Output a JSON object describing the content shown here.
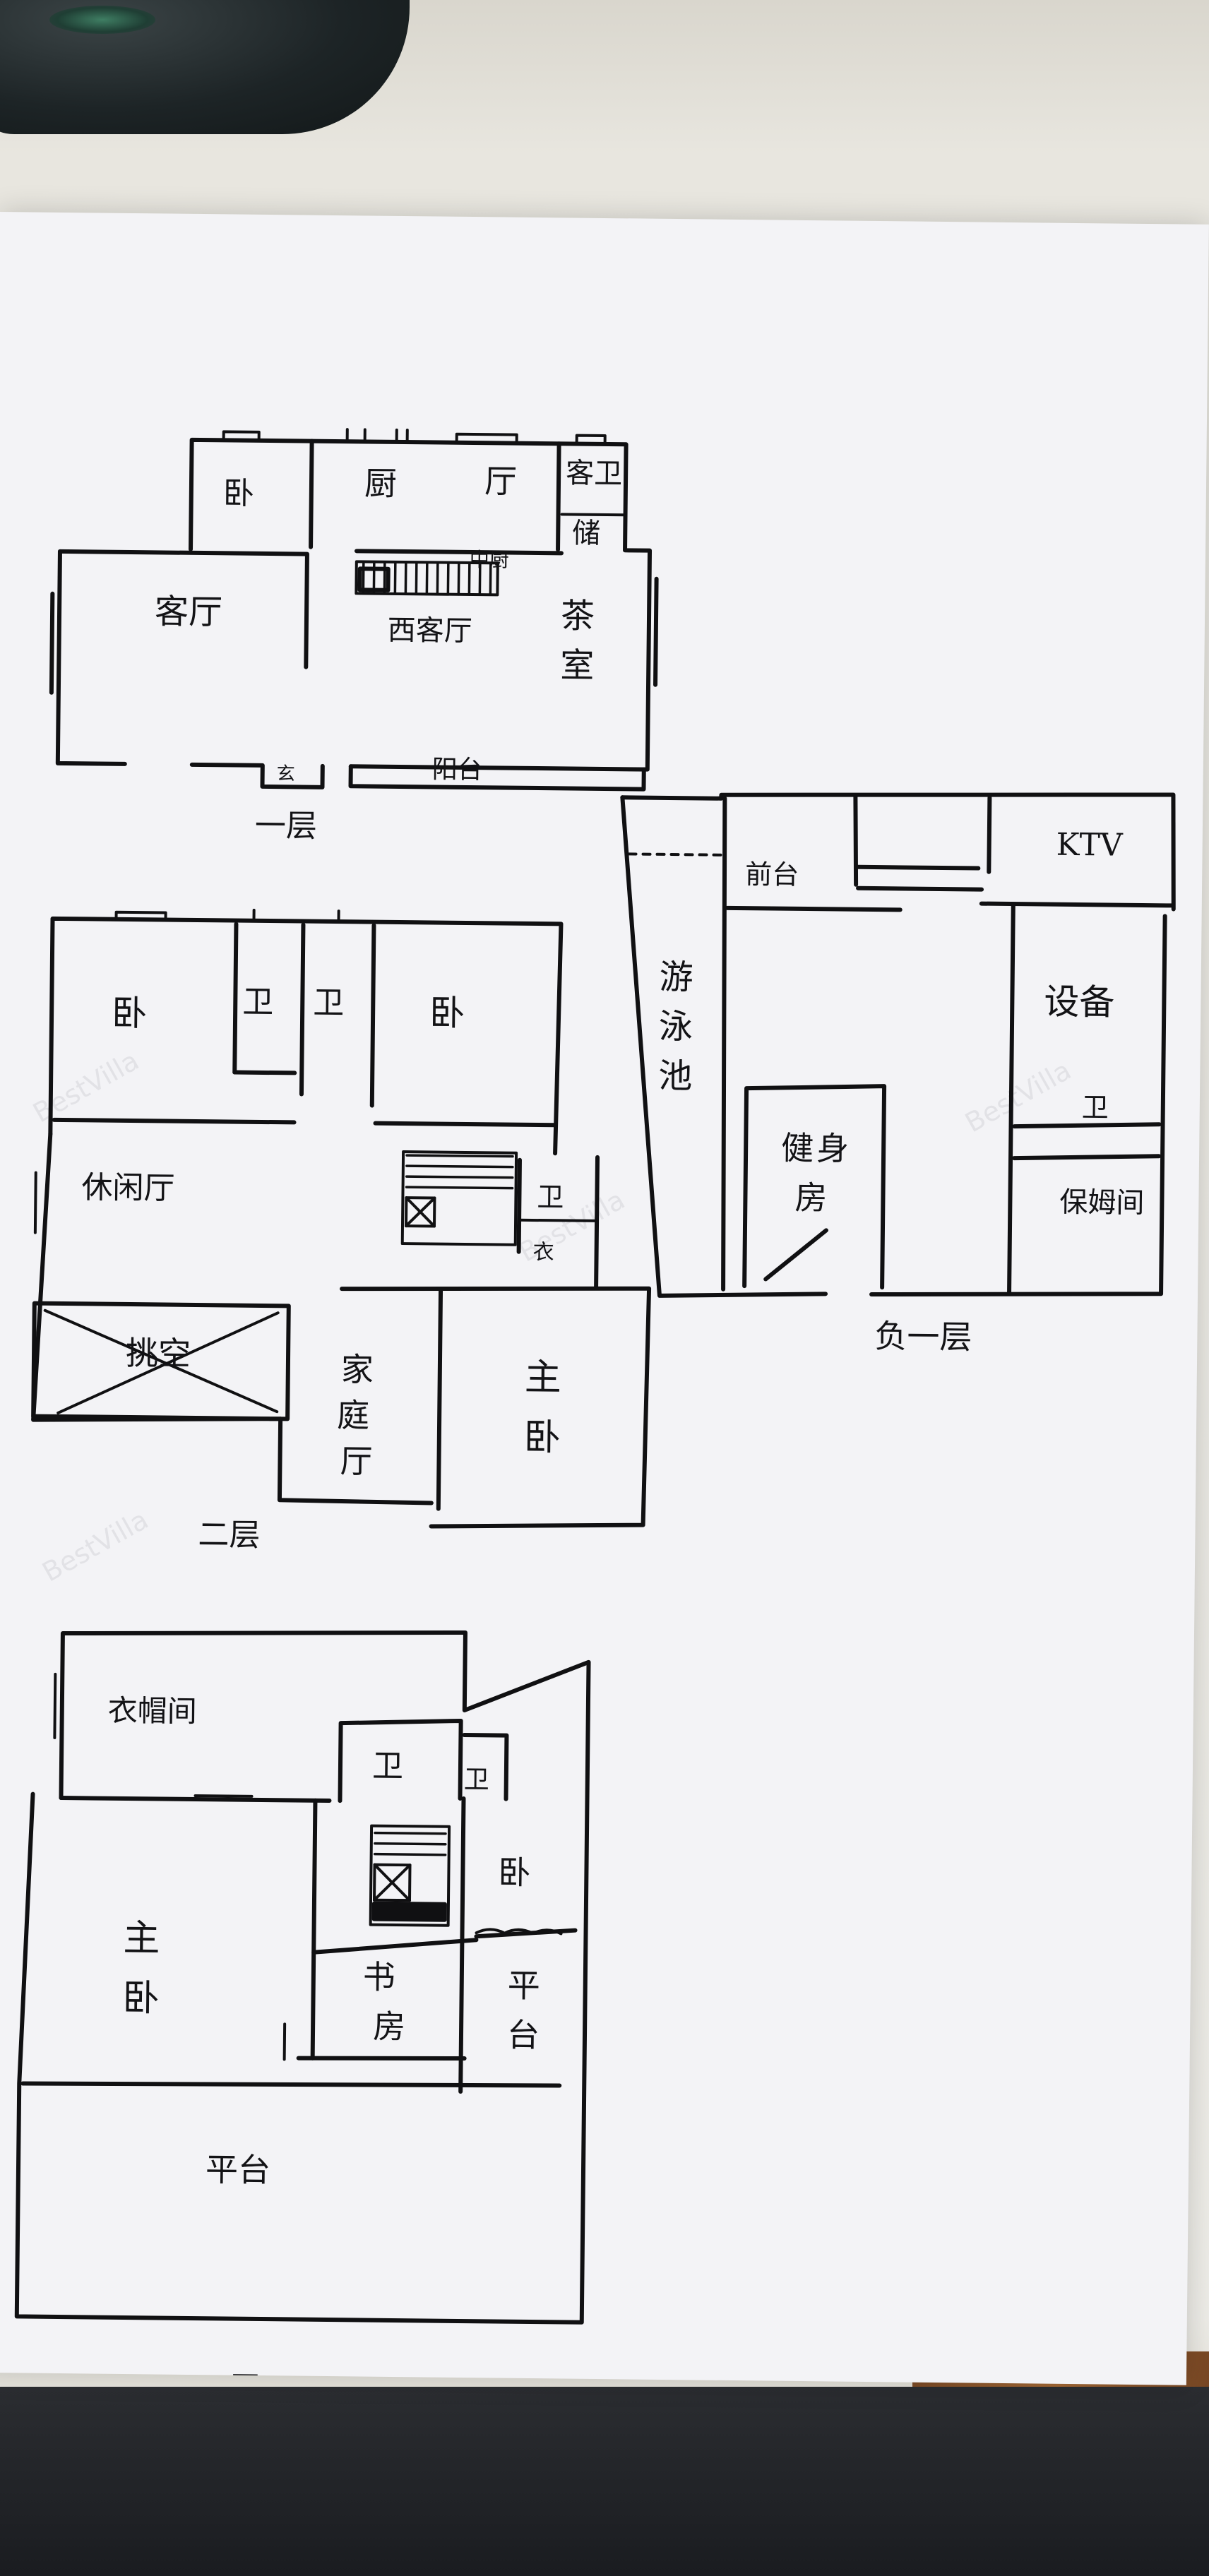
{
  "floors": {
    "f1": {
      "title": "一层",
      "rooms": {
        "bedroom": "卧",
        "kitchen": "厨",
        "kitchen_alt": "厅",
        "guest_bath": "客卫",
        "storage": "储",
        "pantry": "中厨",
        "living": "客厅",
        "western_living": "西客厅",
        "tea_room_1": "茶",
        "tea_room_2": "室",
        "porch": "玄",
        "balcony": "阳台"
      }
    },
    "b1": {
      "title": "负一层",
      "rooms": {
        "pool_1": "游",
        "pool_2": "泳",
        "pool_3": "池",
        "lobby": "前台",
        "ktv": "KTV",
        "equipment": "设备",
        "bath": "卫",
        "nanny": "保姆间",
        "gym_1": "健",
        "gym_2": "身",
        "gym_3": "房"
      }
    },
    "f2": {
      "title": "二层",
      "rooms": {
        "bedroom_left": "卧",
        "bath_1": "卫",
        "bath_2": "卫",
        "bedroom_right": "卧",
        "leisure_hall": "休闲厅",
        "bath_3": "卫",
        "closet": "衣",
        "void": "挑空",
        "family_1": "家",
        "family_2": "庭",
        "family_3": "厅",
        "master_1": "主",
        "master_2": "卧"
      }
    },
    "f3": {
      "title": "三层",
      "rooms": {
        "wardrobe": "衣帽间",
        "bath_1": "卫",
        "bath_2": "卫",
        "bedroom": "卧",
        "master_1": "主",
        "master_2": "卧",
        "study_1": "书",
        "study_2": "房",
        "terrace_right_1": "平",
        "terrace_right_2": "台",
        "terrace_bottom": "平台"
      }
    }
  },
  "watermarks": [
    "BestVilla",
    "BestVilla",
    "BestVilla",
    "BestVilla"
  ],
  "colors": {
    "ink": "#101012",
    "paper": "#f3f3f6",
    "desk": "#e7e4dc"
  }
}
